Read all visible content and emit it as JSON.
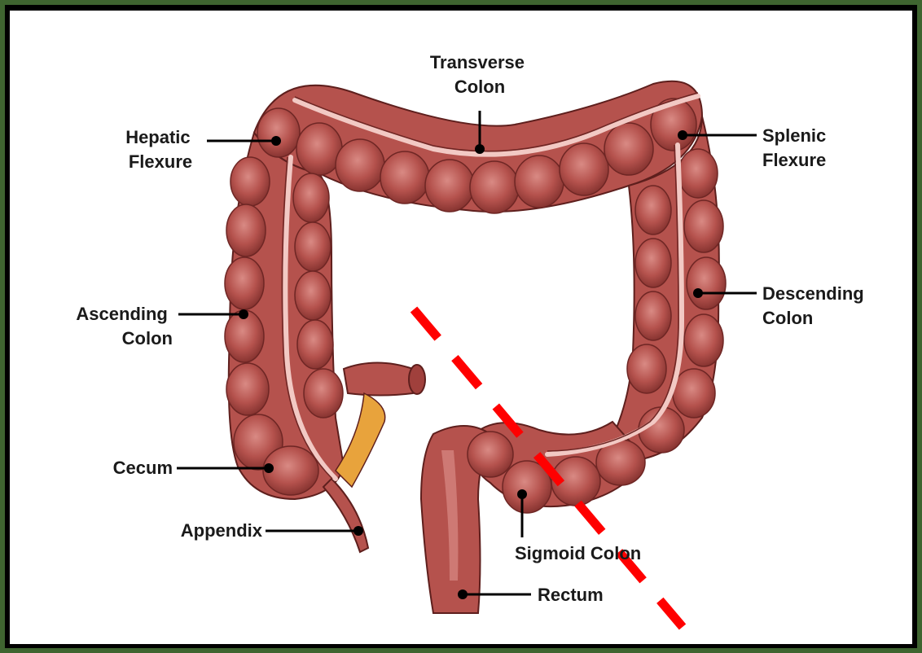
{
  "labels": {
    "transverse_colon": [
      "Transverse",
      "Colon"
    ],
    "hepatic_flexure": [
      "Hepatic",
      "Flexure"
    ],
    "splenic_flexure": [
      "Splenic",
      "Flexure"
    ],
    "ascending_colon": [
      "Ascending",
      "Colon"
    ],
    "descending_colon": [
      "Descending",
      "Colon"
    ],
    "cecum": "Cecum",
    "appendix": "Appendix",
    "sigmoid_colon": "Sigmoid Colon",
    "rectum": "Rectum"
  },
  "colors": {
    "frame": "#3f6530",
    "border": "#000000",
    "background": "#ffffff",
    "colon_fill": "#b5524d",
    "colon_dark": "#7e2e2b",
    "colon_highlight": "#d98a84",
    "inner_band": "#f2c9c4",
    "fat": "#e8a33c",
    "dashed_line": "#ff0000",
    "leader_line": "#000000"
  }
}
